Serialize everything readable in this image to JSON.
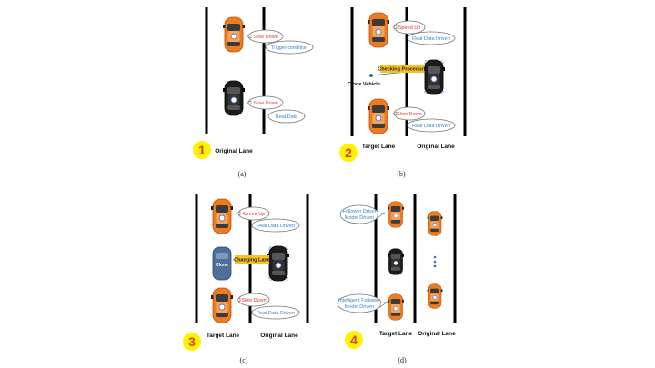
{
  "panels": {
    "a": {
      "caption": "(a)",
      "number": "1",
      "original_lane": "Original Lane",
      "top_bubble_red": "Slow Down",
      "top_bubble_blue": "Trigger condition",
      "bottom_bubble_red": "Slow Down",
      "bottom_bubble_blue": "Real Data"
    },
    "b": {
      "caption": "(b)",
      "number": "2",
      "target_lane": "Target Lane",
      "original_lane": "Original Lane",
      "top_bubble_red": "Speed Up",
      "top_bubble_blue": "Real Data Driven",
      "checking": "Checking Procedure",
      "clone_vehicle": "Clone Vehicle",
      "bottom_bubble_red": "Slow Down",
      "bottom_bubble_blue": "Real Data Driven"
    },
    "c": {
      "caption": "(c)",
      "number": "3",
      "target_lane": "Target Lane",
      "original_lane": "Original Lane",
      "top_bubble_red": "Speed Up",
      "top_bubble_blue": "Real Data Driven",
      "changing": "Changing Lane",
      "clone_label": "Clone",
      "bottom_bubble_red": "Slow Down",
      "bottom_bubble_blue": "Real Data Driven"
    },
    "d": {
      "caption": "(d)",
      "number": "4",
      "target_lane": "Target Lane",
      "original_lane": "Original Lane",
      "top_bubble_line1": "Follower Driver",
      "top_bubble_line2": "Model Driven",
      "bottom_bubble_line1": "Intelligent Follower",
      "bottom_bubble_line2": "Model Driven"
    }
  },
  "colors": {
    "orange_car": "#f07a1e",
    "black_car": "#1c1c1c",
    "badge_yellow": "#fff200",
    "label_yellow": "#f6c21c",
    "clone_blue": "#4f6f9a"
  }
}
